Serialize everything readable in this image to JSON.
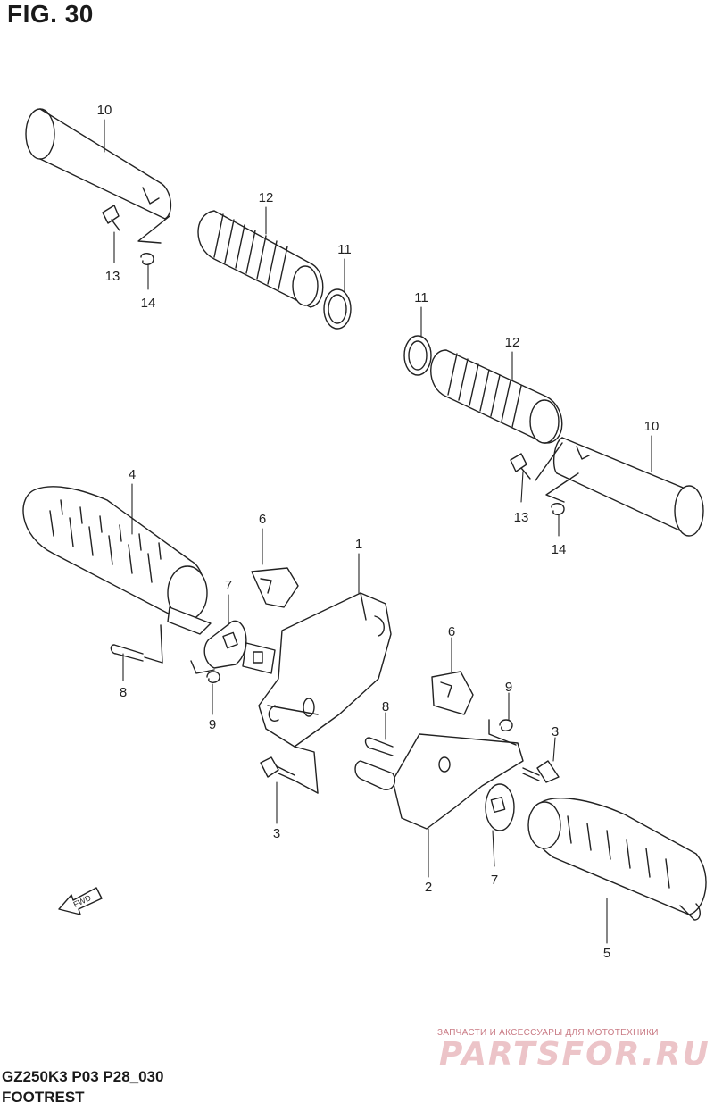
{
  "figure": {
    "title": "FIG. 30",
    "model_code": "GZ250K3 P03 P28_030",
    "name": "FOOTREST"
  },
  "parts": [
    {
      "id": "rear-left-footrest-bar",
      "number": "10"
    },
    {
      "id": "rear-left-rubber",
      "number": "12"
    },
    {
      "id": "rear-left-washer",
      "number": "11"
    },
    {
      "id": "rear-left-pin",
      "number": "13"
    },
    {
      "id": "rear-left-cotter-pin",
      "number": "14"
    },
    {
      "id": "rear-right-washer",
      "number": "11"
    },
    {
      "id": "rear-right-rubber",
      "number": "12"
    },
    {
      "id": "rear-right-footrest-bar",
      "number": "10"
    },
    {
      "id": "rear-right-pin",
      "number": "13"
    },
    {
      "id": "rear-right-cotter-pin",
      "number": "14"
    },
    {
      "id": "front-left-footrest",
      "number": "4"
    },
    {
      "id": "front-left-spring-holder",
      "number": "6"
    },
    {
      "id": "front-left-washer",
      "number": "7"
    },
    {
      "id": "front-left-bracket",
      "number": "1"
    },
    {
      "id": "front-left-pin",
      "number": "8"
    },
    {
      "id": "front-left-cotter-pin",
      "number": "9"
    },
    {
      "id": "front-left-bolt",
      "number": "3"
    },
    {
      "id": "front-right-spring-holder",
      "number": "6"
    },
    {
      "id": "front-right-cotter-pin",
      "number": "9"
    },
    {
      "id": "front-right-pin",
      "number": "8"
    },
    {
      "id": "front-right-bolt",
      "number": "3"
    },
    {
      "id": "front-right-bracket",
      "number": "2"
    },
    {
      "id": "front-right-washer",
      "number": "7"
    },
    {
      "id": "front-right-footrest",
      "number": "5"
    }
  ],
  "fwd_label": "FWD",
  "watermark": {
    "subtitle": "ЗАПЧАСТИ И АКСЕССУАРЫ ДЛЯ МОТОТЕХНИКИ",
    "brand": "PARTSFOR.RU"
  }
}
